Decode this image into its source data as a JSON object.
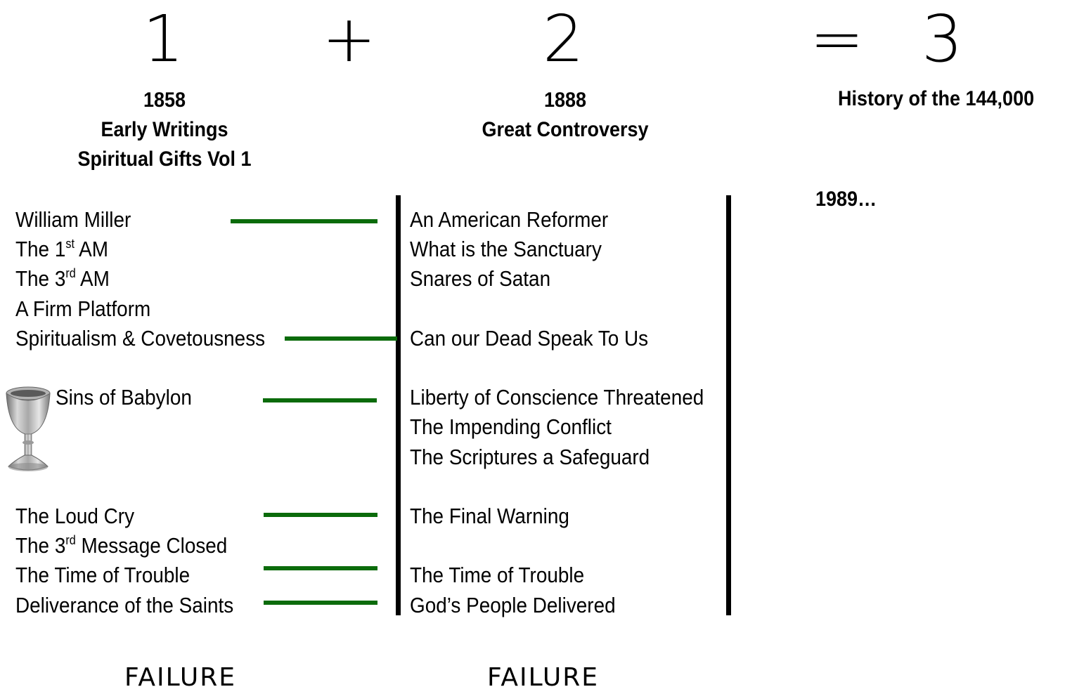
{
  "equation": {
    "term1": "1",
    "plus": "+",
    "term2": "2",
    "equals": "=",
    "result": "3"
  },
  "headers": {
    "col1": [
      "1858",
      "Early Writings",
      "Spiritual Gifts Vol 1"
    ],
    "col2": [
      "1888",
      "Great Controversy"
    ],
    "col3": [
      "History of the 144,000"
    ]
  },
  "col3_note": "1989…",
  "left_items": [
    {
      "pre": "William Miller",
      "sup": "",
      "post": ""
    },
    {
      "pre": "The 1",
      "sup": "st",
      "post": " AM"
    },
    {
      "pre": "The 3",
      "sup": "rd",
      "post": " AM"
    },
    {
      "pre": "A Firm Platform",
      "sup": "",
      "post": ""
    },
    {
      "pre": "Spiritualism & Covetousness",
      "sup": "",
      "post": ""
    },
    {
      "pre": "Sins of Babylon",
      "sup": "",
      "post": ""
    },
    {
      "pre": "The Loud Cry",
      "sup": "",
      "post": ""
    },
    {
      "pre": "The 3",
      "sup": "rd",
      "post": " Message Closed"
    },
    {
      "pre": "The Time of Trouble",
      "sup": "",
      "post": ""
    },
    {
      "pre": "Deliverance of the Saints",
      "sup": "",
      "post": ""
    }
  ],
  "right_items": [
    "An American Reformer",
    "What is the Sanctuary",
    "Snares of Satan",
    "Can our Dead Speak To Us",
    "Liberty of Conscience Threatened",
    "The Impending Conflict",
    "The Scriptures a Safeguard",
    "The Final Warning",
    "The Time of Trouble",
    "God’s People Delivered"
  ],
  "footer": {
    "col1": "FAILURE",
    "col2": "FAILURE"
  },
  "icons": {
    "chalice": "chalice-icon"
  },
  "colors": {
    "connector": "#0b6b0b",
    "divider": "#000000",
    "text": "#000000",
    "background": "#ffffff"
  }
}
